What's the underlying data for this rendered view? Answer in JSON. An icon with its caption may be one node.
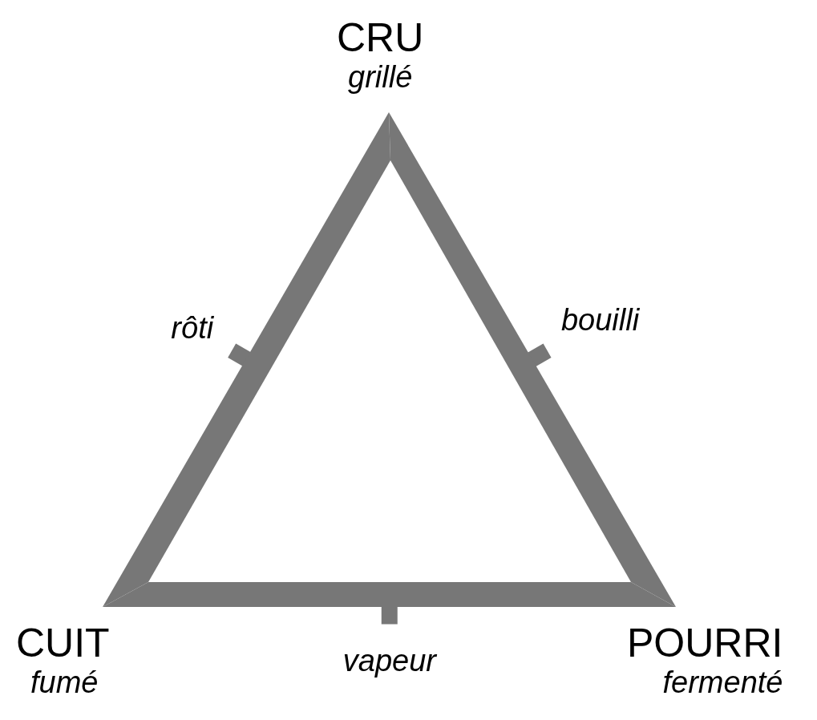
{
  "diagram": {
    "nodes": [
      {
        "text": [
          "CRU",
          "grillé"
        ]
      },
      {
        "text": [
          "CUIT",
          "fumé"
        ]
      },
      {
        "text": [
          "POURRI",
          "fermenté"
        ]
      }
    ],
    "edges": [
      {
        "from": 0,
        "to": 1,
        "arrow": "none",
        "label": "rôti"
      },
      {
        "from": 0,
        "to": 2,
        "arrow": "none",
        "label": "bouilli"
      },
      {
        "from": 1,
        "to": 2,
        "arrow": "none",
        "label": "vapeur"
      }
    ]
  }
}
